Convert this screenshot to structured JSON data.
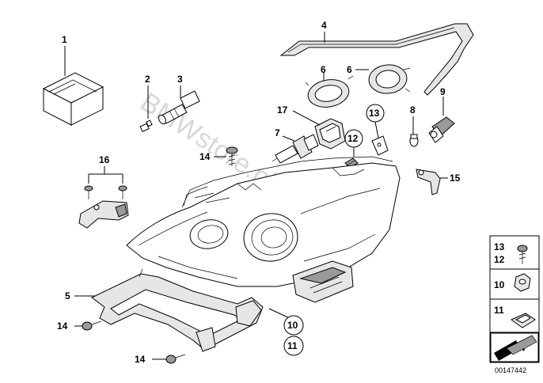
{
  "labels": {
    "p1": "1",
    "p2": "2",
    "p3": "3",
    "p4": "4",
    "p5": "5",
    "p6a": "6",
    "p6b": "6",
    "p7": "7",
    "p8": "8",
    "p9": "9",
    "p10": "10",
    "p11": "11",
    "p12": "12",
    "p13": "13",
    "p14a": "14",
    "p14b": "14",
    "p14c": "14",
    "p15": "15",
    "p16": "16",
    "p17": "17"
  },
  "legend": {
    "row1_top": "13",
    "row1_bottom": "12",
    "row2": "10",
    "row3": "11"
  },
  "watermark": "BMWstore.pl",
  "doc_id": "00147442"
}
